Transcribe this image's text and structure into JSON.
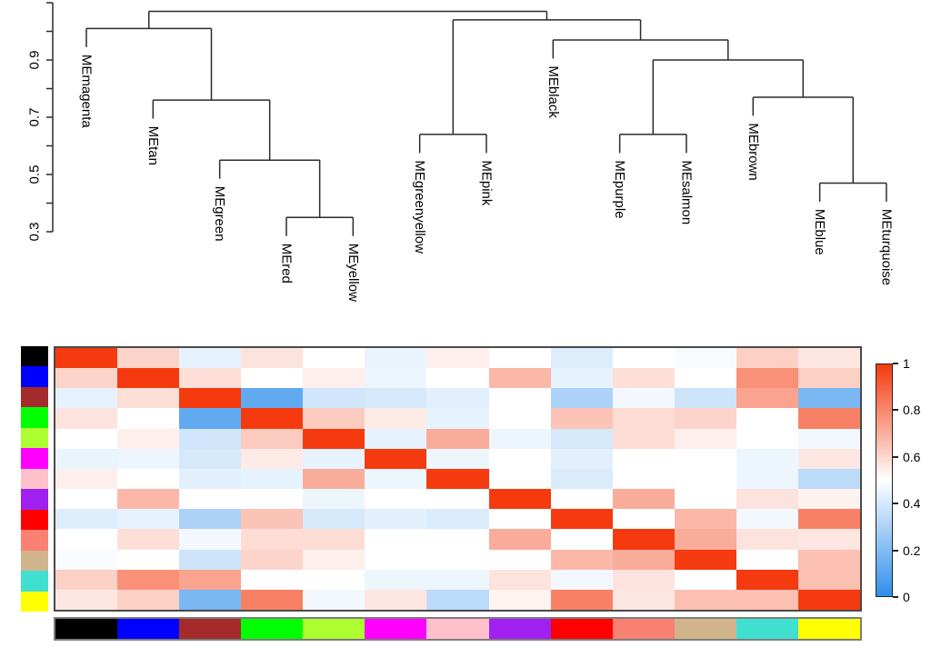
{
  "chart_data": {
    "type": "heatmap",
    "title": "",
    "description_visible_text_only": true,
    "dendrogram": {
      "type": "dendrogram",
      "leaf_order": [
        "MEmagenta",
        "MEtan",
        "MEgreen",
        "MEred",
        "MEyellow",
        "MEgreenyellow",
        "MEpink",
        "MEblack",
        "MEpurple",
        "MEsalmon",
        "MEbrown",
        "MEblue",
        "MEturquoise"
      ],
      "ylim": [
        0.3,
        1.1
      ],
      "axis_ticks": [
        0.3,
        0.4,
        0.5,
        0.6,
        0.7,
        0.8,
        0.9,
        1.0,
        1.1
      ],
      "axis_tick_labels": {
        "0.9": "0.9",
        "0.7": "0.7",
        "0.5": "0.5",
        "0.3": "0.3"
      },
      "leaf_hang": 0.065,
      "tree": {
        "h": 1.07,
        "children": [
          {
            "h": 1.01,
            "children": [
              {
                "leaf": "MEmagenta"
              },
              {
                "h": 0.76,
                "children": [
                  {
                    "leaf": "MEtan"
                  },
                  {
                    "h": 0.55,
                    "children": [
                      {
                        "leaf": "MEgreen"
                      },
                      {
                        "h": 0.35,
                        "children": [
                          {
                            "leaf": "MEred"
                          },
                          {
                            "leaf": "MEyellow"
                          }
                        ]
                      }
                    ]
                  }
                ]
              }
            ]
          },
          {
            "h": 1.04,
            "children": [
              {
                "h": 0.64,
                "children": [
                  {
                    "leaf": "MEgreenyellow"
                  },
                  {
                    "leaf": "MEpink"
                  }
                ]
              },
              {
                "h": 0.97,
                "children": [
                  {
                    "leaf": "MEblack"
                  },
                  {
                    "h": 0.9,
                    "children": [
                      {
                        "h": 0.64,
                        "children": [
                          {
                            "leaf": "MEpurple"
                          },
                          {
                            "leaf": "MEsalmon"
                          }
                        ]
                      },
                      {
                        "h": 0.77,
                        "children": [
                          {
                            "leaf": "MEbrown"
                          },
                          {
                            "h": 0.47,
                            "children": [
                              {
                                "leaf": "MEblue"
                              },
                              {
                                "leaf": "MEturquoise"
                              }
                            ]
                          }
                        ]
                      }
                    ]
                  }
                ]
              }
            ]
          }
        ]
      }
    },
    "heatmap": {
      "labels": [
        "black",
        "blue",
        "brown",
        "green",
        "greenyellow",
        "magenta",
        "pink",
        "purple",
        "red",
        "salmon",
        "tan",
        "turquoise",
        "yellow"
      ],
      "module_colors": {
        "black": "#000000",
        "blue": "#0000FF",
        "brown": "#A52A2A",
        "green": "#00FF00",
        "greenyellow": "#ADFF2F",
        "magenta": "#FF00FF",
        "pink": "#FFC0CB",
        "purple": "#A020F0",
        "red": "#FF0000",
        "salmon": "#FA8072",
        "tan": "#D2B48C",
        "turquoise": "#40E0D0",
        "yellow": "#FFFF00"
      },
      "matrix": [
        [
          1.0,
          0.61,
          0.44,
          0.57,
          0.5,
          0.45,
          0.54,
          0.5,
          0.42,
          0.5,
          0.48,
          0.62,
          0.56
        ],
        [
          0.61,
          1.0,
          0.58,
          0.5,
          0.54,
          0.46,
          0.5,
          0.68,
          0.44,
          0.58,
          0.5,
          0.78,
          0.62
        ],
        [
          0.44,
          0.58,
          1.0,
          0.12,
          0.39,
          0.4,
          0.43,
          0.5,
          0.3,
          0.47,
          0.38,
          0.73,
          0.18
        ],
        [
          0.57,
          0.5,
          0.12,
          1.0,
          0.63,
          0.55,
          0.44,
          0.5,
          0.65,
          0.59,
          0.61,
          0.5,
          0.82
        ],
        [
          0.5,
          0.54,
          0.39,
          0.63,
          1.0,
          0.44,
          0.71,
          0.46,
          0.4,
          0.59,
          0.54,
          0.5,
          0.47
        ],
        [
          0.45,
          0.46,
          0.4,
          0.55,
          0.44,
          1.0,
          0.46,
          0.5,
          0.43,
          0.5,
          0.5,
          0.46,
          0.56
        ],
        [
          0.54,
          0.5,
          0.43,
          0.44,
          0.71,
          0.46,
          1.0,
          0.5,
          0.41,
          0.5,
          0.5,
          0.46,
          0.34
        ],
        [
          0.5,
          0.68,
          0.5,
          0.5,
          0.46,
          0.5,
          0.5,
          1.0,
          0.5,
          0.71,
          0.5,
          0.57,
          0.53
        ],
        [
          0.42,
          0.44,
          0.3,
          0.65,
          0.4,
          0.43,
          0.41,
          0.5,
          1.0,
          0.5,
          0.68,
          0.47,
          0.82
        ],
        [
          0.5,
          0.58,
          0.47,
          0.59,
          0.59,
          0.5,
          0.5,
          0.71,
          0.5,
          1.0,
          0.71,
          0.57,
          0.56
        ],
        [
          0.48,
          0.5,
          0.38,
          0.61,
          0.54,
          0.5,
          0.5,
          0.5,
          0.68,
          0.71,
          1.0,
          0.5,
          0.66
        ],
        [
          0.62,
          0.78,
          0.73,
          0.5,
          0.5,
          0.46,
          0.46,
          0.57,
          0.47,
          0.57,
          0.5,
          1.0,
          0.66
        ],
        [
          0.56,
          0.62,
          0.18,
          0.82,
          0.47,
          0.56,
          0.34,
          0.53,
          0.82,
          0.56,
          0.66,
          0.66,
          1.0
        ]
      ],
      "colorscale": {
        "min": 0,
        "max": 1,
        "low_color": "#2F8FEC",
        "mid_color": "#FFFFFF",
        "high_color": "#F43A0E",
        "tick_labels": [
          "1",
          "0.8",
          "0.6",
          "0.4",
          "0.2",
          "0"
        ],
        "tick_values": [
          1,
          0.8,
          0.6,
          0.4,
          0.2,
          0
        ]
      }
    }
  }
}
